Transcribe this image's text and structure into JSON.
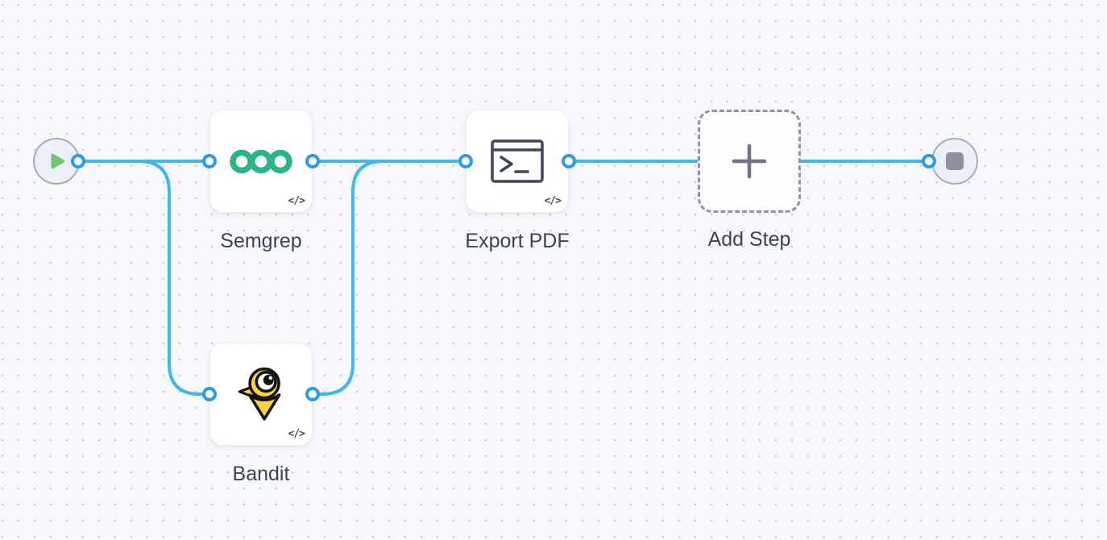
{
  "canvas": {
    "background": "#f7f8fb",
    "grid_dot_color": "#c9cdd9",
    "edge_color": "#41b6e8",
    "port_color": "#2d9ce8"
  },
  "nodes": {
    "start": {
      "type": "start-trigger",
      "icon": "play-icon",
      "accent_color": "#72c572"
    },
    "semgrep": {
      "label": "Semgrep",
      "icon": "semgrep-logo",
      "badge": "</>",
      "brand_color": "#2bb487"
    },
    "bandit": {
      "label": "Bandit",
      "icon": "bandit-logo",
      "badge": "</>",
      "brand_color": "#ffd042"
    },
    "export_pdf": {
      "label": "Export PDF",
      "icon": "terminal-icon",
      "badge": "</>",
      "icon_color": "#3f4656"
    },
    "add_step": {
      "label": "Add Step",
      "icon": "plus-icon",
      "border_style": "dashed"
    },
    "end": {
      "type": "end-terminator",
      "icon": "stop-icon",
      "accent_color": "#8a8fa2"
    }
  },
  "connections": [
    {
      "from": "start",
      "to": "semgrep"
    },
    {
      "from": "start",
      "to": "bandit"
    },
    {
      "from": "semgrep",
      "to": "export_pdf"
    },
    {
      "from": "bandit",
      "to": "export_pdf"
    },
    {
      "from": "export_pdf",
      "to": "add_step"
    },
    {
      "from": "add_step",
      "to": "end"
    }
  ]
}
